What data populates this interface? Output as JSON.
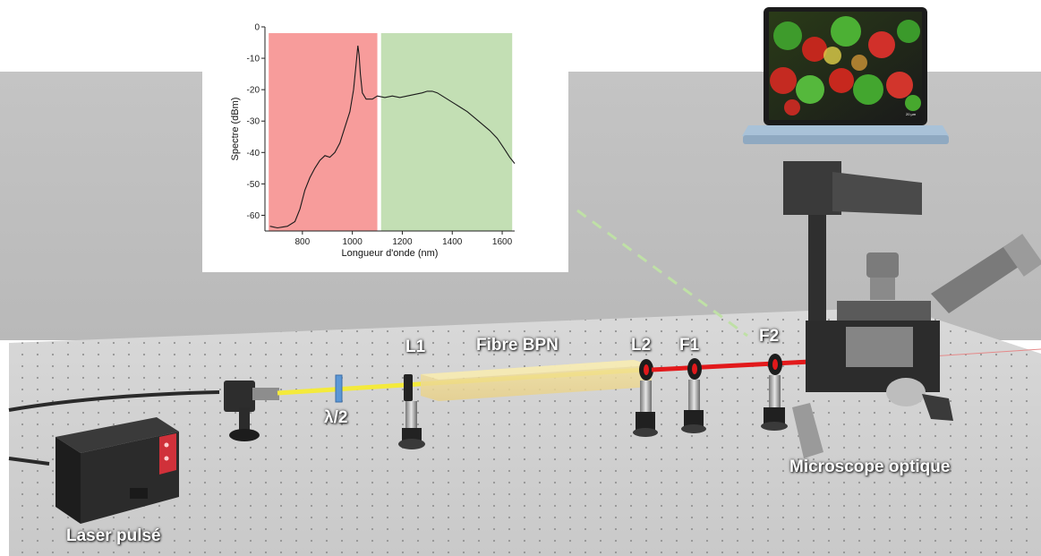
{
  "labels": {
    "laser": "Laser pulsé",
    "halfwave": "λ/2",
    "l1": "L1",
    "fiber": "Fibre BPN",
    "l2": "L2",
    "f1": "F1",
    "f2": "F2",
    "microscope": "Microscope optique"
  },
  "microscope_image_caption": "20 µm",
  "colors": {
    "red_region": "#f79c9b",
    "green_region": "#c3dfb4",
    "beam_yellow": "#f4ea3c",
    "beam_red": "#e2191b",
    "dashed_line": "#bfe0a6",
    "table": "#cfcfcf",
    "wall": "#c9c9c9"
  },
  "chart_data": {
    "type": "line",
    "title": "",
    "xlabel": "Longueur d'onde (nm)",
    "ylabel": "Spectre (dBm)",
    "xlim": [
      650,
      1650
    ],
    "ylim": [
      -65,
      0
    ],
    "xticks": [
      800,
      1000,
      1200,
      1400,
      1600
    ],
    "yticks": [
      0,
      -10,
      -20,
      -30,
      -40,
      -50,
      -60
    ],
    "grid": false,
    "regions": [
      {
        "from": 665,
        "to": 1100,
        "color": "red"
      },
      {
        "from": 1115,
        "to": 1640,
        "color": "green"
      }
    ],
    "series": [
      {
        "x": [
          670,
          700,
          740,
          770,
          790,
          810,
          830,
          850,
          870,
          890,
          910,
          930,
          950,
          970,
          990,
          1005,
          1015,
          1022,
          1027,
          1032,
          1040,
          1055,
          1080,
          1100,
          1130,
          1160,
          1190,
          1220,
          1250,
          1280,
          1300,
          1320,
          1340,
          1360,
          1380,
          1400,
          1430,
          1460,
          1490,
          1520,
          1550,
          1580,
          1610,
          1630,
          1650
        ],
        "y": [
          -63.5,
          -64,
          -63.5,
          -62,
          -58,
          -52,
          -48,
          -45,
          -42.5,
          -41,
          -41.5,
          -40,
          -37,
          -32,
          -27,
          -20,
          -12,
          -6,
          -9,
          -15,
          -21,
          -23,
          -23,
          -22,
          -22.5,
          -22,
          -22.5,
          -22,
          -21.5,
          -21,
          -20.5,
          -20.5,
          -21,
          -22,
          -23,
          -24,
          -25.5,
          -27,
          -29,
          -31,
          -33,
          -35.5,
          -39,
          -41.5,
          -43.5
        ]
      }
    ]
  }
}
